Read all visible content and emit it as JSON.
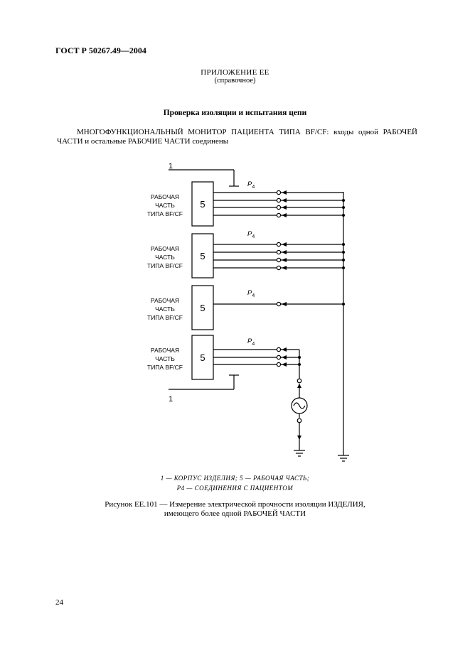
{
  "header": {
    "standard": "ГОСТ Р 50267.49—2004"
  },
  "appendix": {
    "title": "ПРИЛОЖЕНИЕ ЕЕ",
    "subtitle": "(справочное)"
  },
  "section": {
    "title": "Проверка изоляции и испытания цепи"
  },
  "intro": {
    "text": "МНОГОФУНКЦИОНАЛЬНЫЙ МОНИТОР ПАЦИЕНТА ТИПА BF/CF: входы одной РАБОЧЕЙ ЧАСТИ и остальные РАБОЧИЕ ЧАСТИ соединены"
  },
  "diagram": {
    "terminal_label": "1",
    "block_label": "5",
    "part_line1": "РАБОЧАЯ",
    "part_line2": "ЧАСТЬ",
    "part_line3": "ТИПА BF/CF",
    "p_symbol": "P",
    "p_subscript": "4"
  },
  "legend": {
    "line1": "1 — КОРПУС ИЗДЕЛИЯ; 5 — РАБОЧАЯ ЧАСТЬ;",
    "line2": "P4 — СОЕДИНЕНИЯ С ПАЦИЕНТОМ"
  },
  "caption": {
    "line1": "Рисунок ЕЕ.101 — Измерение электрической прочности изоляции ИЗДЕЛИЯ,",
    "line2": "имеющего более одной РАБОЧЕЙ ЧАСТИ"
  },
  "page": {
    "number": "24"
  }
}
